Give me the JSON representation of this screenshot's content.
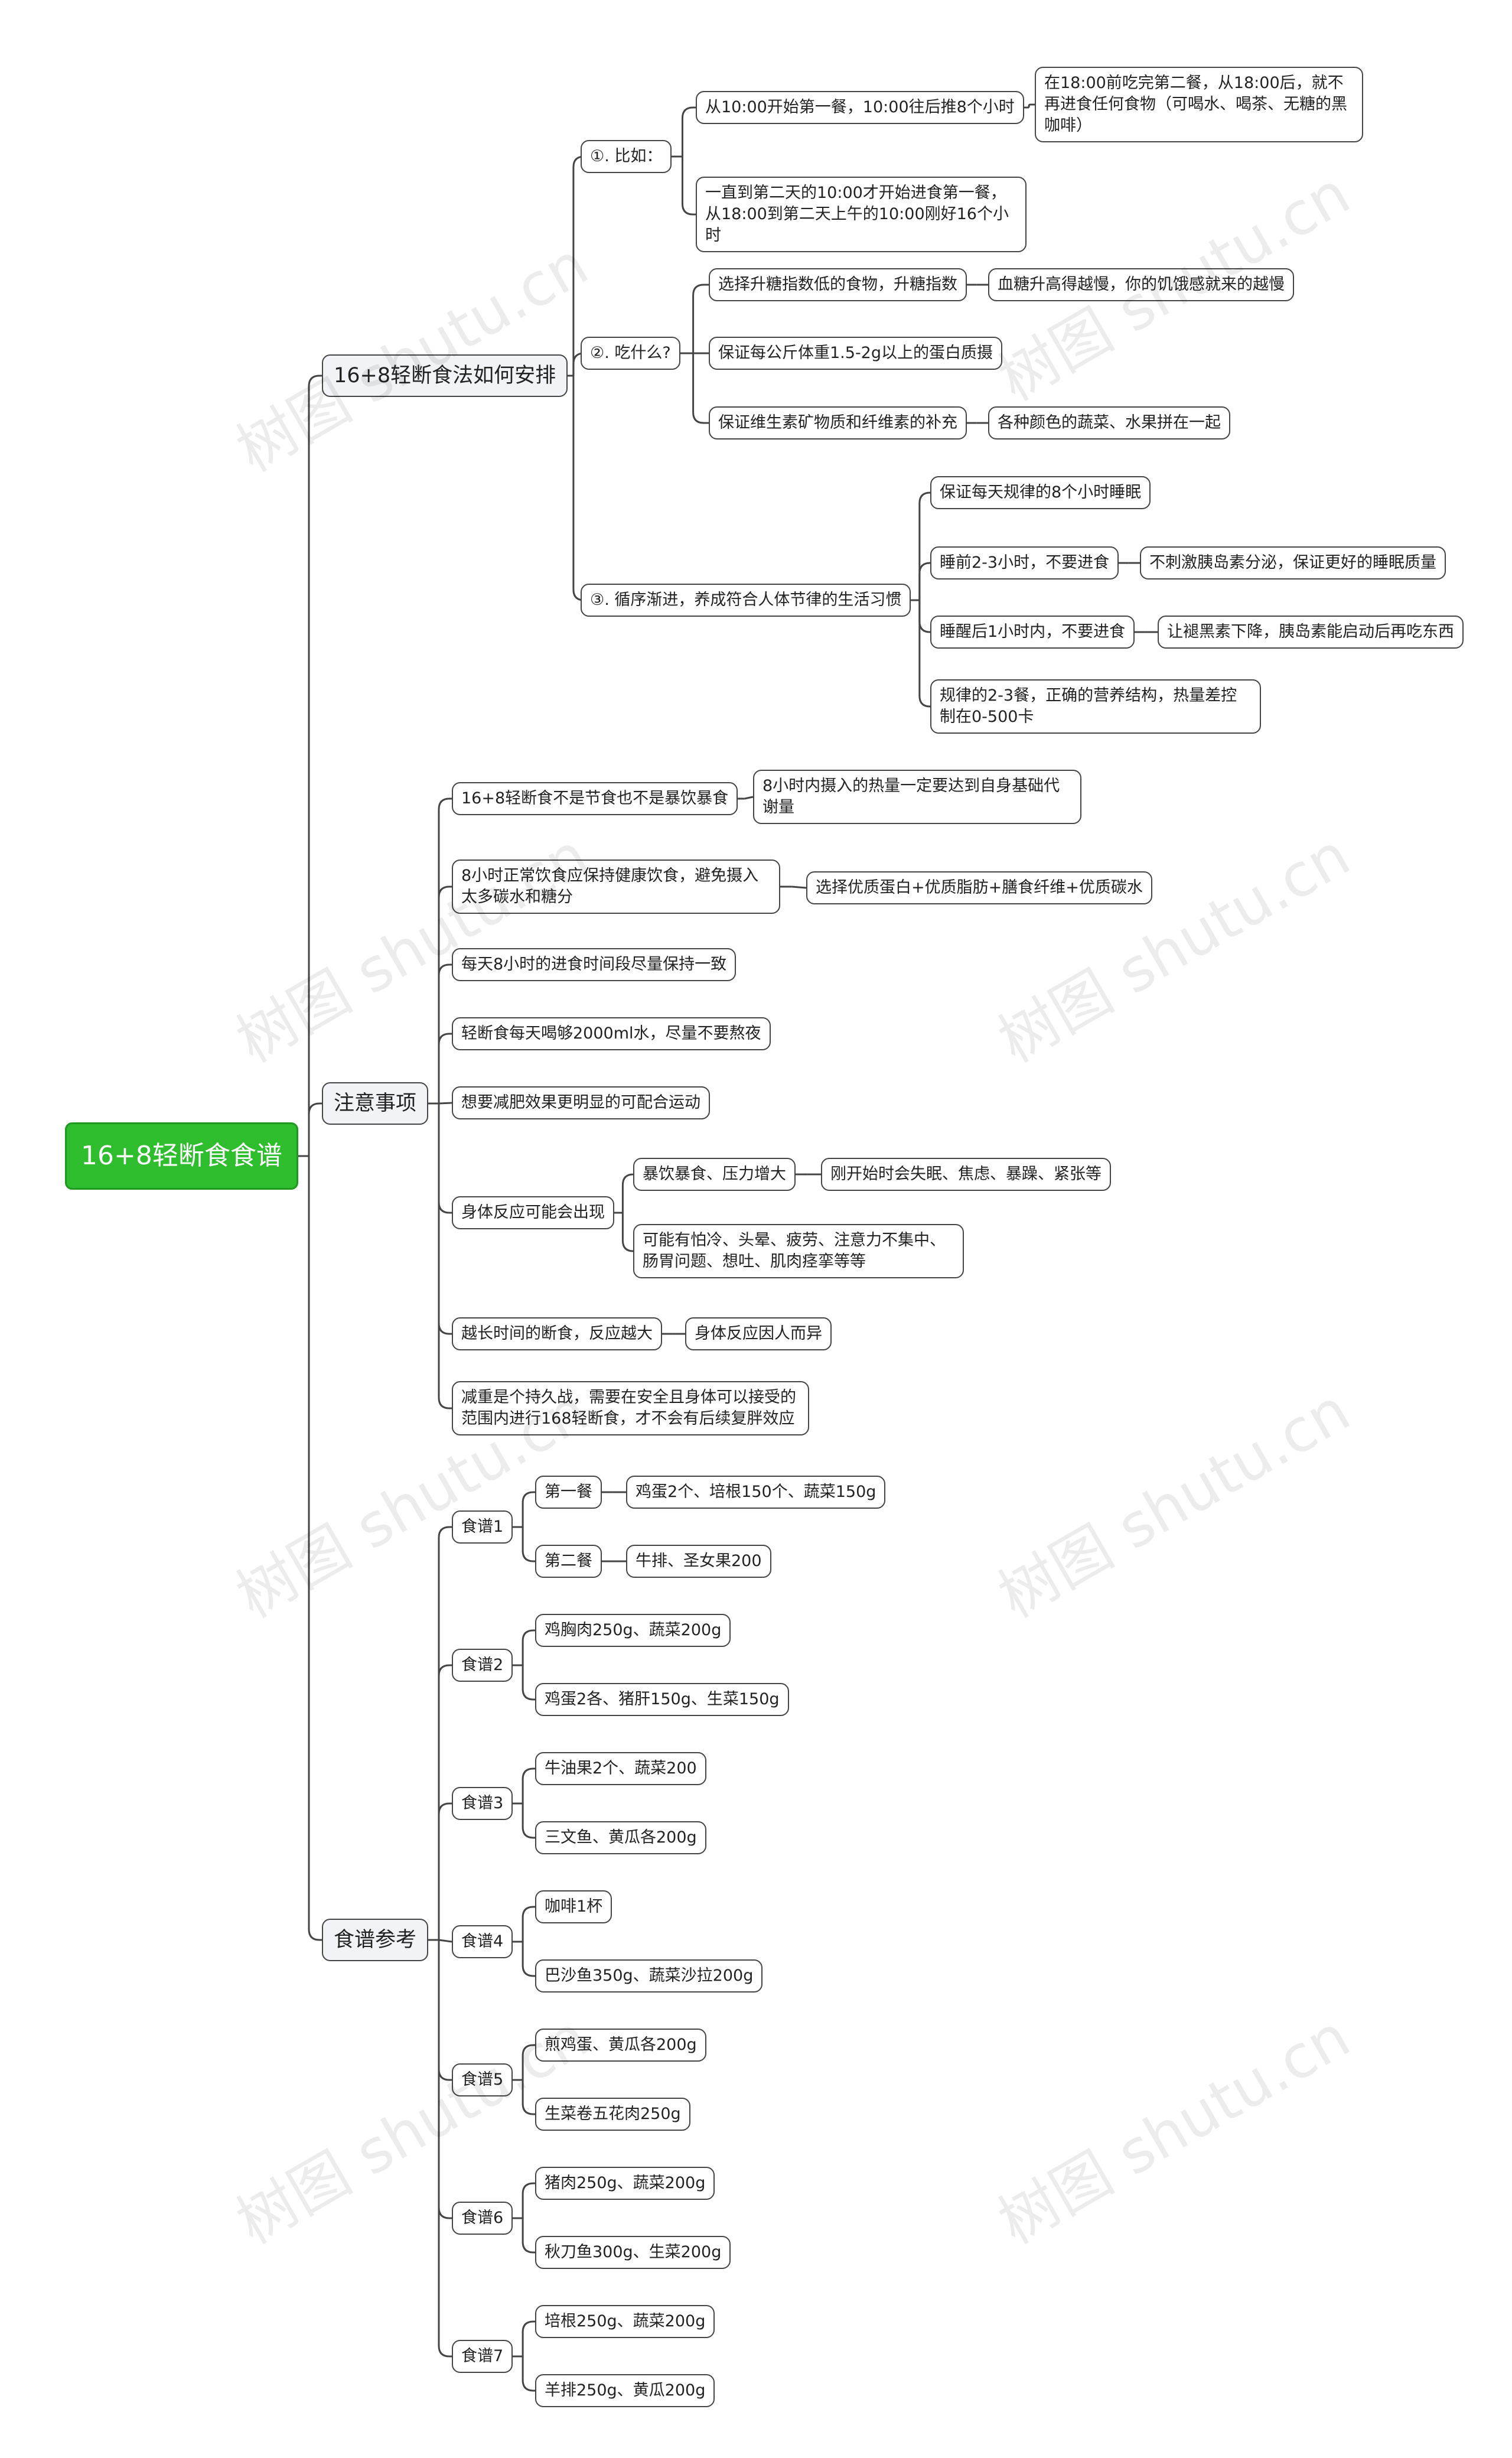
{
  "watermark": "树图 shutu.cn",
  "colors": {
    "root_fill": "#2dbd2d",
    "line": "#444444",
    "level1_fill": "#f1f3f6",
    "node_fill": "#ffffff"
  },
  "root": "16+8轻断食食谱",
  "branches": [
    {
      "label": "16+8轻断食法如何安排",
      "children": [
        {
          "label": "①. 比如：",
          "children": [
            {
              "label": "从10:00开始第一餐，10:00往后推8个小时",
              "children": [
                {
                  "label": "在18:00前吃完第二餐，从18:00后，就不再进食任何食物（可喝水、喝茶、无糖的黑咖啡）"
                }
              ]
            },
            {
              "label": "一直到第二天的10:00才开始进食第一餐，从18:00到第二天上午的10:00刚好16个小时"
            }
          ]
        },
        {
          "label": "②. 吃什么?",
          "children": [
            {
              "label": "选择升糖指数低的食物，升糖指数",
              "children": [
                {
                  "label": "血糖升高得越慢，你的饥饿感就来的越慢"
                }
              ]
            },
            {
              "label": "保证每公斤体重1.5-2g以上的蛋白质摄"
            },
            {
              "label": "保证维生素矿物质和纤维素的补充",
              "children": [
                {
                  "label": "各种颜色的蔬菜、水果拼在一起"
                }
              ]
            }
          ]
        },
        {
          "label": "③. 循序渐进，养成符合人体节律的生活习惯",
          "children": [
            {
              "label": "保证每天规律的8个小时睡眠"
            },
            {
              "label": "睡前2-3小时，不要进食",
              "children": [
                {
                  "label": "不刺激胰岛素分泌，保证更好的睡眠质量"
                }
              ]
            },
            {
              "label": "睡醒后1小时内，不要进食",
              "children": [
                {
                  "label": "让褪黑素下降，胰岛素能启动后再吃东西"
                }
              ]
            },
            {
              "label": "规律的2-3餐，正确的营养结构，热量差控制在0-500卡"
            }
          ]
        }
      ]
    },
    {
      "label": "注意事项",
      "children": [
        {
          "label": "16+8轻断食不是节食也不是暴饮暴食",
          "children": [
            {
              "label": "8小时内摄入的热量一定要达到自身基础代谢量"
            }
          ]
        },
        {
          "label": "8小时正常饮食应保持健康饮食，避免摄入太多碳水和糖分",
          "children": [
            {
              "label": "选择优质蛋白+优质脂肪+膳食纤维+优质碳水"
            }
          ]
        },
        {
          "label": "每天8小时的进食时间段尽量保持一致"
        },
        {
          "label": "轻断食每天喝够2000ml水，尽量不要熬夜"
        },
        {
          "label": "想要减肥效果更明显的可配合运动"
        },
        {
          "label": "身体反应可能会出现",
          "children": [
            {
              "label": "暴饮暴食、压力增大",
              "children": [
                {
                  "label": "刚开始时会失眠、焦虑、暴躁、紧张等"
                }
              ]
            },
            {
              "label": "可能有怕冷、头晕、疲劳、注意力不集中、肠胃问题、想吐、肌肉痉挛等等"
            }
          ]
        },
        {
          "label": "越长时间的断食，反应越大",
          "children": [
            {
              "label": "身体反应因人而异"
            }
          ]
        },
        {
          "label": "减重是个持久战，需要在安全且身体可以接受的范围内进行168轻断食，才不会有后续复胖效应"
        }
      ]
    },
    {
      "label": "食谱参考",
      "children": [
        {
          "label": "食谱1",
          "children": [
            {
              "label": "第一餐",
              "children": [
                {
                  "label": "鸡蛋2个、培根150个、蔬菜150g"
                }
              ]
            },
            {
              "label": "第二餐",
              "children": [
                {
                  "label": "牛排、圣女果200"
                }
              ]
            }
          ]
        },
        {
          "label": "食谱2",
          "children": [
            {
              "label": "鸡胸肉250g、蔬菜200g"
            },
            {
              "label": "鸡蛋2各、猪肝150g、生菜150g"
            }
          ]
        },
        {
          "label": "食谱3",
          "children": [
            {
              "label": "牛油果2个、蔬菜200"
            },
            {
              "label": "三文鱼、黄瓜各200g"
            }
          ]
        },
        {
          "label": "食谱4",
          "children": [
            {
              "label": "咖啡1杯"
            },
            {
              "label": "巴沙鱼350g、蔬菜沙拉200g"
            }
          ]
        },
        {
          "label": "食谱5",
          "children": [
            {
              "label": "煎鸡蛋、黄瓜各200g"
            },
            {
              "label": "生菜卷五花肉250g"
            }
          ]
        },
        {
          "label": "食谱6",
          "children": [
            {
              "label": "猪肉250g、蔬菜200g"
            },
            {
              "label": "秋刀鱼300g、生菜200g"
            }
          ]
        },
        {
          "label": "食谱7",
          "children": [
            {
              "label": "培根250g、蔬菜200g"
            },
            {
              "label": "羊排250g、黄瓜200g"
            }
          ]
        }
      ]
    }
  ]
}
